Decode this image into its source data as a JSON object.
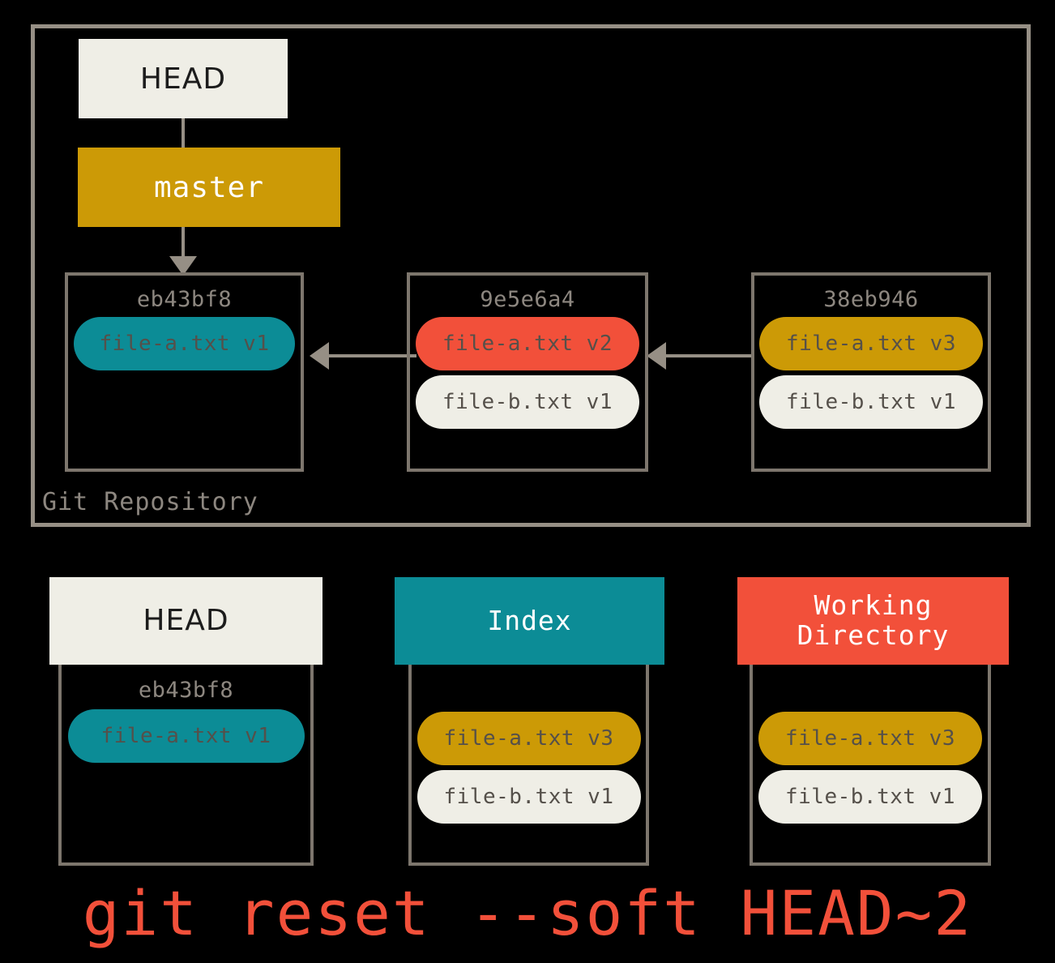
{
  "repository": {
    "label": "Git Repository",
    "head_pointer": {
      "label": "HEAD"
    },
    "branch": {
      "label": "master"
    },
    "commits": [
      {
        "hash": "eb43bf8",
        "files": [
          {
            "name": "file-a.txt v1",
            "color": "#0c8c96",
            "style": "pill-teal"
          }
        ]
      },
      {
        "hash": "9e5e6a4",
        "files": [
          {
            "name": "file-a.txt v2",
            "color": "#f2503a",
            "style": "pill-red"
          },
          {
            "name": "file-b.txt v1",
            "color": "#efeee6",
            "style": "pill-cream"
          }
        ]
      },
      {
        "hash": "38eb946",
        "files": [
          {
            "name": "file-a.txt v3",
            "color": "#cc9a06",
            "style": "pill-gold"
          },
          {
            "name": "file-b.txt v1",
            "color": "#efeee6",
            "style": "pill-cream"
          }
        ]
      }
    ]
  },
  "panels": [
    {
      "title": "HEAD",
      "header_color": "#efeee6",
      "header_text_color": "#1c1c1c",
      "hash": "eb43bf8",
      "files": [
        {
          "name": "file-a.txt v1",
          "color": "#0c8c96"
        }
      ]
    },
    {
      "title": "Index",
      "header_color": "#0c8c96",
      "header_text_color": "#ffffff",
      "hash": "",
      "files": [
        {
          "name": "file-a.txt v3",
          "color": "#cc9a06"
        },
        {
          "name": "file-b.txt v1",
          "color": "#efeee6"
        }
      ]
    },
    {
      "title": "Working\nDirectory",
      "title_line_1": "Working",
      "title_line_2": "Directory",
      "header_color": "#f2503a",
      "header_text_color": "#ffffff",
      "hash": "",
      "files": [
        {
          "name": "file-a.txt v3",
          "color": "#cc9a06"
        },
        {
          "name": "file-b.txt v1",
          "color": "#efeee6"
        }
      ]
    }
  ],
  "caption": "git reset --soft HEAD~2",
  "colors": {
    "background": "#000000",
    "frame_border": "#968f85",
    "box_border": "#7d766d",
    "cream": "#efeee6",
    "gold": "#cc9a06",
    "teal": "#0c8c96",
    "red": "#f2503a",
    "muted_text": "#8d8780",
    "pill_text": "#55504a"
  }
}
